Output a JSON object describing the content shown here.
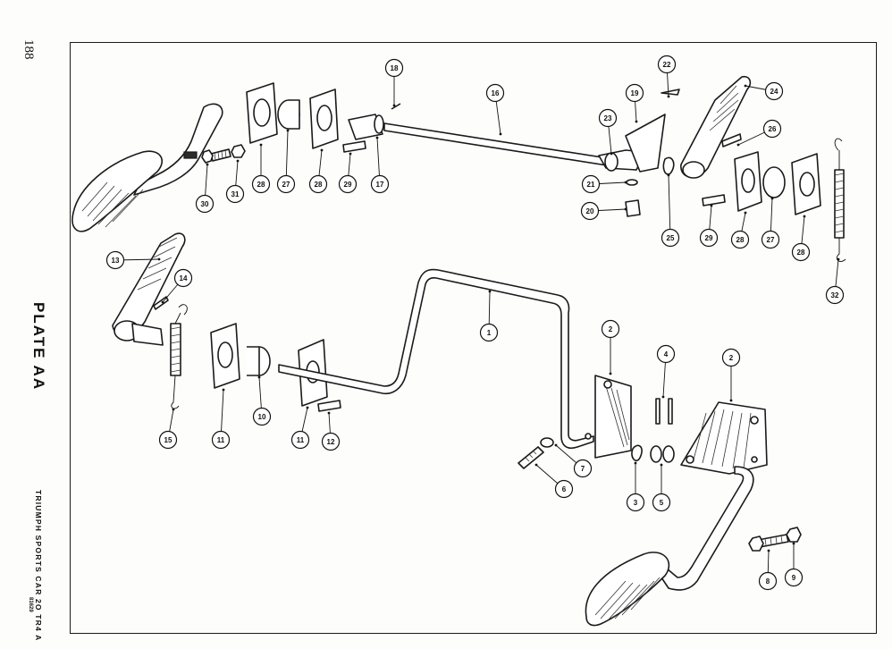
{
  "page": {
    "page_number": "188",
    "plate_title": "PLATE AA",
    "vehicle_caption": "TRIUMPH SPORTS CAR 2O TR4 A",
    "reference_code": "81629"
  },
  "callouts": [
    "18",
    "16",
    "22",
    "19",
    "24",
    "23",
    "26",
    "30",
    "31",
    "28",
    "27",
    "28",
    "29",
    "17",
    "21",
    "20",
    "25",
    "29",
    "28",
    "27",
    "28",
    "32",
    "13",
    "14",
    "1",
    "2",
    "4",
    "2",
    "15",
    "11",
    "10",
    "11",
    "12",
    "7",
    "6",
    "3",
    "5",
    "8",
    "9"
  ]
}
